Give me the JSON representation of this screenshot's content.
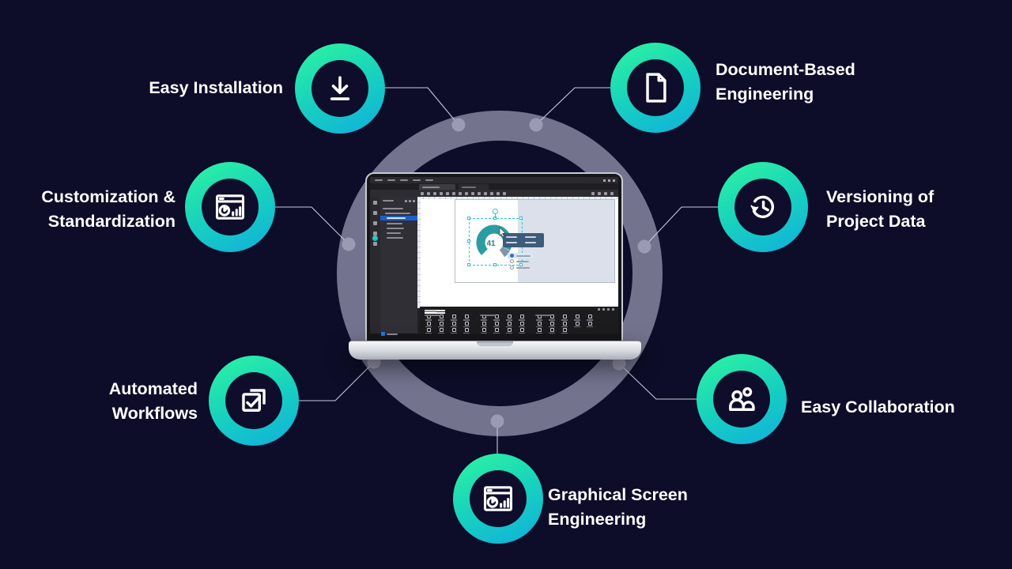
{
  "title": "Product feature overview diagram",
  "colors": {
    "background": "#0d0d29",
    "ring": "#73738e",
    "ring_dot": "#9a9ab2",
    "connector_line": "#c8cbdc",
    "badge_gradient_start": "#2bf2a2",
    "badge_gradient_end": "#10b2da",
    "badge_glyph": "#ffffff",
    "label_text": "#ffffff",
    "editor_selection": "#2fc7d1",
    "editor_highlight_blue": "#1a5ed0",
    "gauge_arc": "#2b9da1"
  },
  "features": [
    {
      "name": "easy-installation",
      "icon": "download-icon",
      "lines": [
        "Easy Installation",
        ""
      ]
    },
    {
      "name": "document-based-engineering",
      "icon": "document-icon",
      "lines": [
        "Document-Based",
        "Engineering"
      ]
    },
    {
      "name": "customization-standardization",
      "icon": "screen-chart-icon",
      "lines": [
        "Customization &",
        "Standardization"
      ]
    },
    {
      "name": "versioning-of-project-data",
      "icon": "history-icon",
      "lines": [
        "Versioning of",
        "Project Data"
      ]
    },
    {
      "name": "automated-workflows",
      "icon": "checklist-icon",
      "lines": [
        "Automated",
        "Workflows"
      ]
    },
    {
      "name": "easy-collaboration",
      "icon": "people-icon",
      "lines": [
        "Easy Collaboration",
        ""
      ]
    },
    {
      "name": "graphical-screen-engineering",
      "icon": "screen-chart-icon",
      "lines": [
        "Graphical Screen",
        "Engineering"
      ]
    }
  ],
  "laptop": {
    "description": "Engineering studio editor shown on laptop screen",
    "gauge_value": "41"
  }
}
